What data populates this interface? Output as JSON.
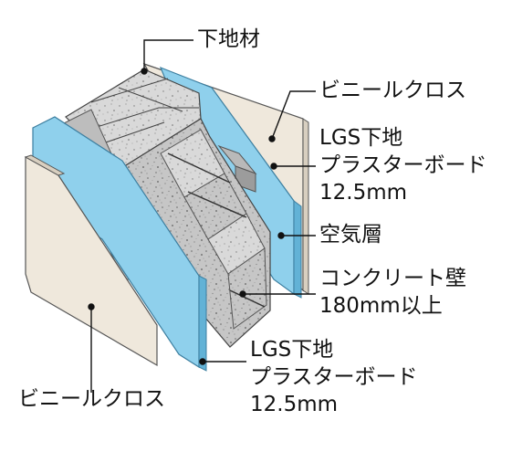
{
  "colors": {
    "board": "#8fd0ec",
    "board_side": "#62b2d6",
    "cloth": "#efe8dc",
    "cloth_side": "#d8cfc0",
    "concrete": "#c7c7c7",
    "concrete_top": "#dadada",
    "concrete_dark": "#a9a9a9",
    "stud": "#b9b9b9",
    "leader": "#111111"
  },
  "labels": {
    "base_material": "下地材",
    "vinyl_cloth_right": "ビニールクロス",
    "lgs_right": {
      "line1": "LGS下地",
      "line2": "プラスターボード",
      "line3": "12.5mm"
    },
    "air_layer": "空気層",
    "concrete_wall": {
      "line1": "コンクリート壁",
      "line2": "180mm以上"
    },
    "lgs_left": {
      "line1": "LGS下地",
      "line2": "プラスターボード",
      "line3": "12.5mm"
    },
    "vinyl_cloth_left": "ビニールクロス"
  }
}
